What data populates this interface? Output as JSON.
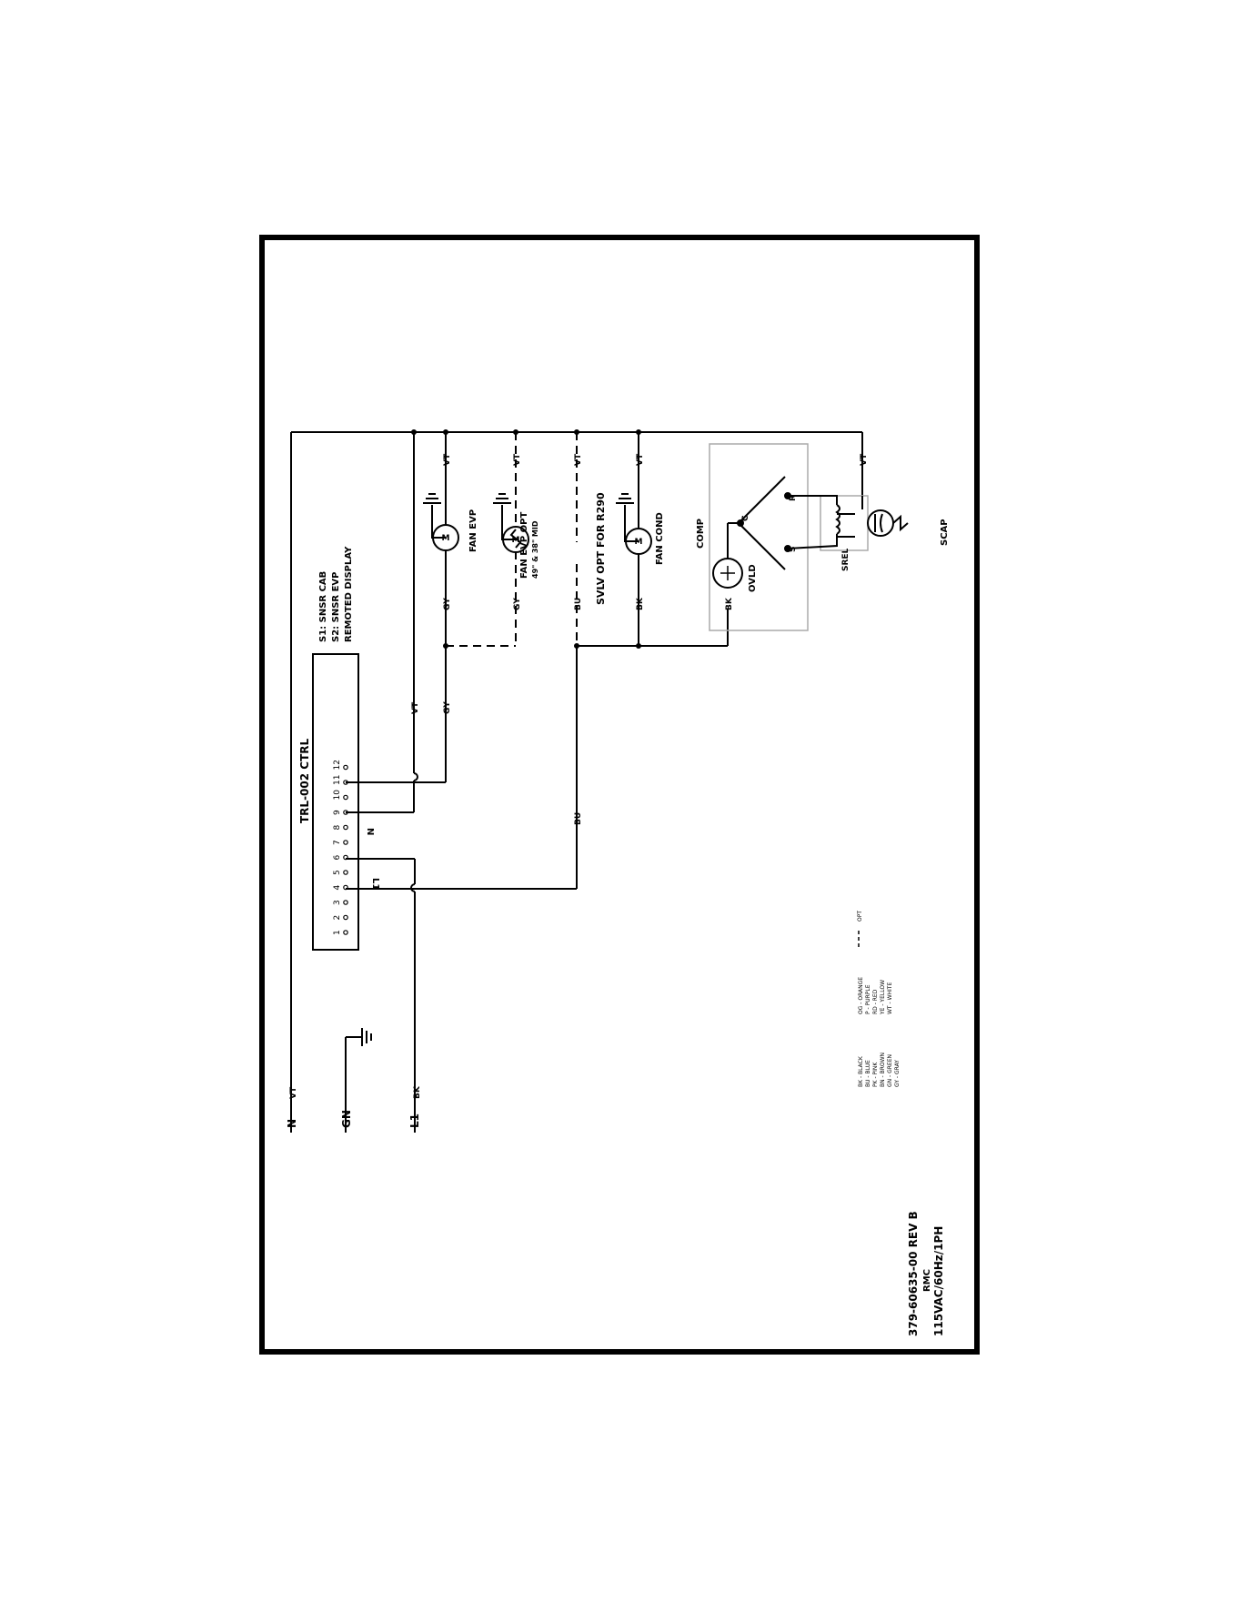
{
  "drawing": {
    "number": "379-60635-00 REV B",
    "model": "RMC",
    "rating": "115VAC/60Hz/1PH"
  },
  "supply": {
    "n": "N",
    "gn": "GN",
    "l1": "L1"
  },
  "wires": {
    "vt": "VT",
    "bk": "BK",
    "gy": "GY",
    "bu": "BU"
  },
  "controller": {
    "title": "TRL-002 CTRL",
    "s1": "S1: SNSR CAB",
    "s2": "S2: SNSR EVP",
    "remote": "REMOTED DISPLAY",
    "terminals": [
      "1",
      "2",
      "3",
      "4",
      "5",
      "6",
      "7",
      "8",
      "9",
      "10",
      "11",
      "12"
    ],
    "l1_mark": "L1",
    "n_mark": "N"
  },
  "components": {
    "fan_evp": "FAN EVP",
    "fan_evp_opt": "FAN EVP OPT",
    "fan_evp_opt_note": "49\" & 38\" MID",
    "svlv": "SVLV OPT FOR R290",
    "fan_cond": "FAN COND",
    "comp": "COMP",
    "ovld": "OVLD",
    "srel": "SREL",
    "scap": "SCAP",
    "motor_m": "M",
    "term_c": "C",
    "term_r": "R",
    "term_s": "S"
  },
  "legend": {
    "col1": [
      "BK - BLACK",
      "BU - BLUE",
      "PK - PINK",
      "BN - BROWN",
      "GN - GREEN",
      "GY - GRAY"
    ],
    "col2": [
      "OG - ORANGE",
      "P - PURPLE",
      "RD - RED",
      "YE - YELLOW",
      "WT - WHITE"
    ],
    "opt": "OPT"
  },
  "colors": {
    "line": "#000000",
    "box": "#aaaaaa",
    "background": "#ffffff"
  }
}
